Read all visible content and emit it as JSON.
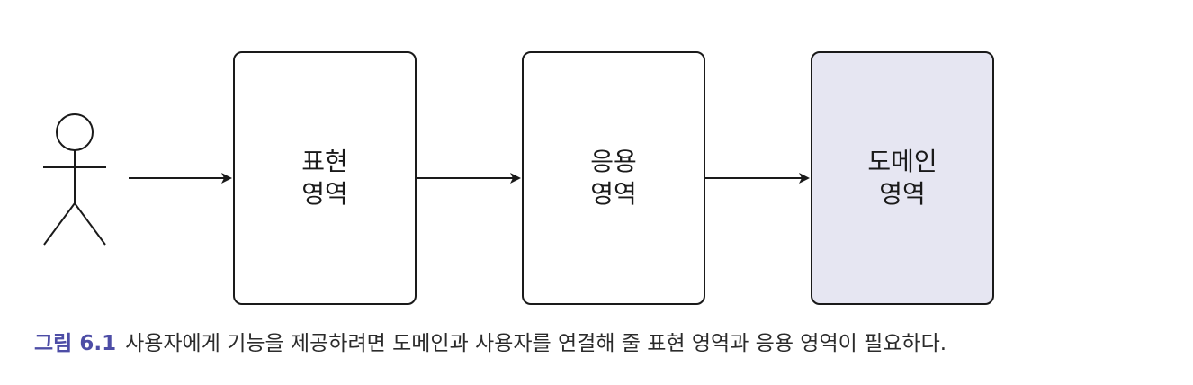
{
  "boxes": [
    {
      "line1": "표현",
      "line2": "영역",
      "fill": "#ffffff"
    },
    {
      "line1": "응용",
      "line2": "영역",
      "fill": "#ffffff"
    },
    {
      "line1": "도메인",
      "line2": "영역",
      "fill": "#e6e6f2"
    }
  ],
  "caption": {
    "number": "그림 6.1",
    "text": "사용자에게 기능을 제공하려면 도메인과 사용자를 연결해 줄 표현 영역과 응용 영역이 필요하다.",
    "number_color": "#4d4da6"
  },
  "icons": {
    "actor": "stick-figure-user-icon"
  }
}
